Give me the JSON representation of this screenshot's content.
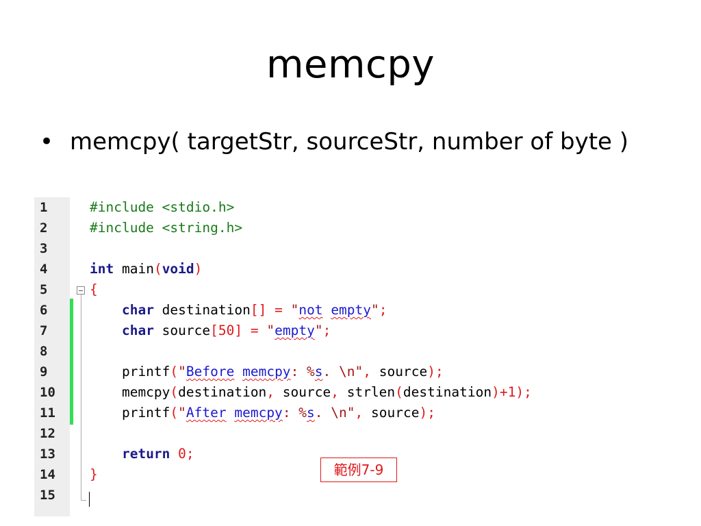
{
  "slide": {
    "title": "memcpy",
    "bullet": "memcpy( targetStr, sourceStr, number of byte )",
    "bullet_symbol": "•",
    "example_label": "範例7-9"
  },
  "code": {
    "line_numbers": [
      "1",
      "2",
      "3",
      "4",
      "5",
      "6",
      "7",
      "8",
      "9",
      "10",
      "11",
      "12",
      "13",
      "14",
      "15"
    ],
    "lines": [
      "#include <stdio.h>",
      "#include <string.h>",
      "",
      "int main(void)",
      "{",
      "    char destination[] = \"not empty\";",
      "    char source[50] = \"empty\";",
      "",
      "    printf(\"Before memcpy: %s. \\n\", source);",
      "    memcpy(destination, source, strlen(destination)+1);",
      "    printf(\"After memcpy: %s. \\n\", source);",
      "",
      "    return 0;",
      "}",
      ""
    ]
  },
  "colors": {
    "keyword": "#1a1a8a",
    "preprocessor": "#1a7a1a",
    "bracket": "#e0181a",
    "string": "#a31515",
    "change_bar": "#33dd55",
    "label_border": "#e0181a"
  }
}
